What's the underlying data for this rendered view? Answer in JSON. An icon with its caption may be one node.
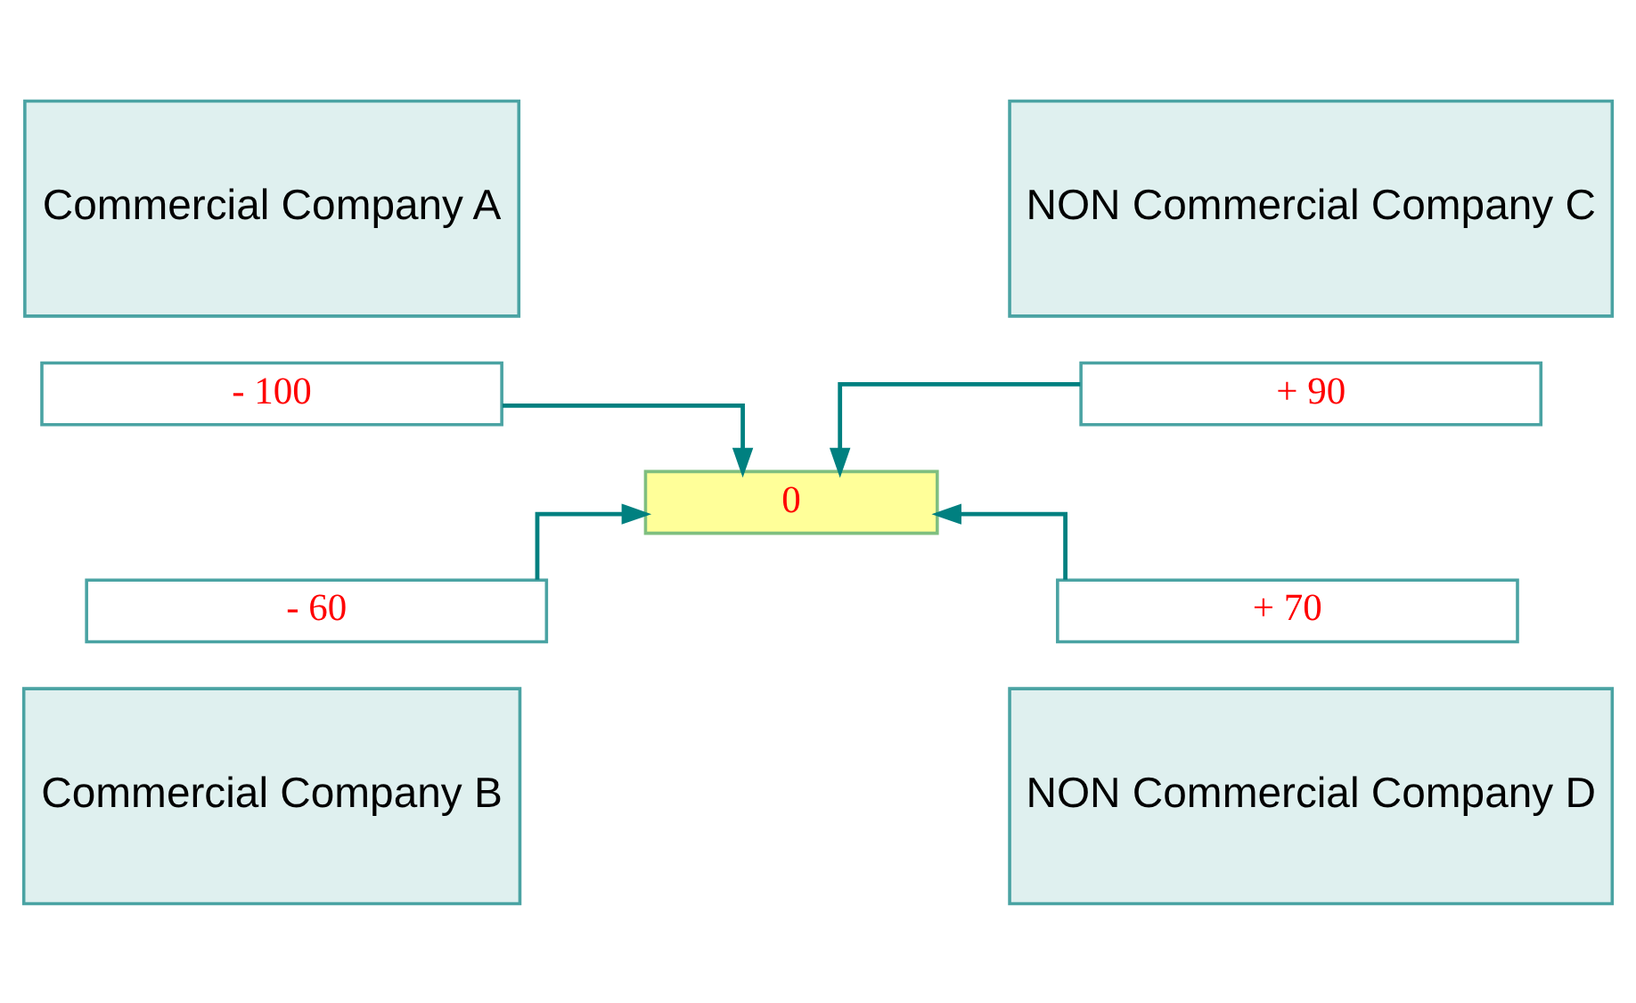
{
  "diagram": {
    "nodes": [
      {
        "text": [
          "Commercial Company A"
        ]
      },
      {
        "text": [
          "- 100"
        ]
      },
      {
        "text": [
          "NON Commercial Company C"
        ]
      },
      {
        "text": [
          "+ 90"
        ]
      },
      {
        "text": [
          "0"
        ]
      },
      {
        "text": [
          "- 60"
        ]
      },
      {
        "text": [
          "Commercial Company B"
        ]
      },
      {
        "text": [
          "+ 70"
        ]
      },
      {
        "text": [
          "NON Commercial Company D"
        ]
      }
    ],
    "edges": [
      {
        "from": 1,
        "to": 4,
        "arrow": "to"
      },
      {
        "from": 3,
        "to": 4,
        "arrow": "to"
      },
      {
        "from": 5,
        "to": 4,
        "arrow": "to"
      },
      {
        "from": 7,
        "to": 4,
        "arrow": "to"
      }
    ]
  }
}
